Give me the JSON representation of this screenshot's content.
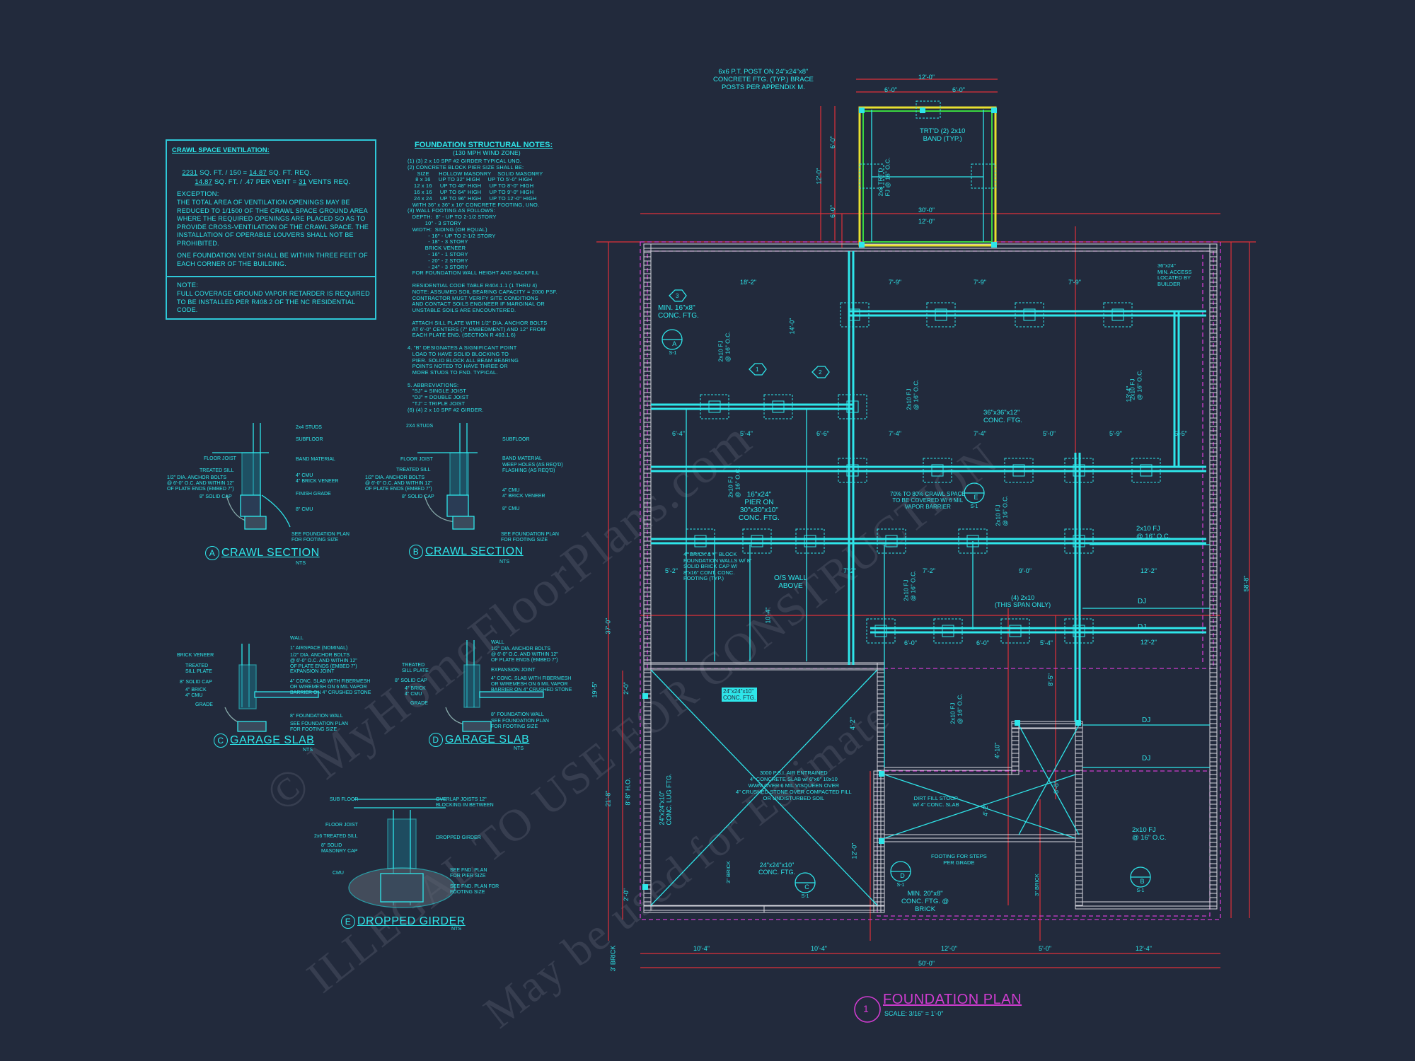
{
  "crawl_ventilation": {
    "title": "CRAWL SPACE VENTILATION:",
    "area": "2231",
    "ratio": "SQ. FT. / 150 =",
    "req": "14.87",
    "req_unit": "SQ. FT. REQ.",
    "area2": "14.87",
    "per_vent": "SQ. FT. / .47 PER VENT =",
    "vents": "31",
    "vents_unit": "VENTS REQ.",
    "exception_title": "EXCEPTION:",
    "exception": "THE TOTAL AREA OF VENTILATION OPENINGS MAY BE\nREDUCED TO 1/1500 OF THE CRAWL SPACE GROUND AREA\nWHERE THE REQUIRED OPENINGS ARE PLACED SO AS TO\nPROVIDE CROSS-VENTILATION OF THE CRAWL SPACE. THE\nINSTALLATION OF OPERABLE LOUVERS SHALL NOT BE\nPROHIBITED.",
    "corner": "ONE FOUNDATION VENT SHALL BE WITHIN THREE FEET OF\nEACH CORNER OF THE BUILDING.",
    "note_title": "NOTE:",
    "note": "FULL COVERAGE GROUND VAPOR RETARDER IS REQUIRED\nTO BE INSTALLED PER R408.2 OF THE NC RESIDENTIAL\nCODE."
  },
  "structural_notes": {
    "title": "FOUNDATION STRUCTURAL NOTES:",
    "subtitle": "(130 MPH WIND ZONE)",
    "body": "(1) (3) 2 x 10 SPF #2 GIRDER TYPICAL UNO.\n(2) CONCRETE BLOCK PIER SIZE SHALL BE:\n      SIZE      HOLLOW MASONRY    SOLID MASONRY\n     8 x 16     UP TO 32\" HIGH     UP TO 5'-0\" HIGH\n    12 x 16     UP TO 48\" HIGH     UP TO 8'-0\" HIGH\n    16 x 16     UP TO 64\" HIGH     UP TO 9'-0\" HIGH\n    24 x 24     UP TO 96\" HIGH     UP TO 12'-0\" HIGH\n   WITH 36\" x 36\" x 10\" CONCRETE FOOTING, UNO.\n(3) WALL FOOTING AS FOLLOWS:\n   DEPTH:  8\" - UP TO 2-1/2 STORY\n           10\" - 3 STORY\n   WIDTH:  SIDING (OR EQUAL)\n             - 16\" - UP TO 2-1/2 STORY\n             - 18\" - 3 STORY\n           BRICK VENEER\n             - 16\" - 1 STORY\n             - 20\" - 2 STORY\n             - 24\" - 3 STORY\n   FOR FOUNDATION WALL HEIGHT AND BACKFILL\n\n   RESIDENTIAL CODE TABLE R404.1.1 (1 THRU 4)\n   NOTE: ASSUMED SOIL BEARING CAPACITY = 2000 PSF.\n   CONTRACTOR MUST VERIFY SITE CONDITIONS\n   AND CONTACT SOILS ENGINEER IF MARGINAL OR\n   UNSTABLE SOILS ARE ENCOUNTERED.\n\n   ATTACH SILL PLATE WITH 1/2\" DIA. ANCHOR BOLTS\n   AT 6'-0\" CENTERS (7\" EMBEDMENT) AND 12\" FROM\n   EACH PLATE END. (SECTION R 403.1.6)\n\n4. \"B\" DESIGNATES A SIGNIFICANT POINT\n   LOAD TO HAVE SOLID BLOCKING TO\n   PIER. SOLID BLOCK ALL BEAM BEARING\n   POINTS NOTED TO HAVE THREE OR\n   MORE STUDS TO FND. TYPICAL.\n\n5. ABBREVIATIONS:\n   \"SJ\" = SINGLE JOIST\n   \"DJ\" = DOUBLE JOIST\n   \"TJ\" = TRIPLE JOIST\n(6) (4) 2 x 10 SPF #2 GIRDER."
  },
  "sections": {
    "a": {
      "letter": "A",
      "title": "CRAWL SECTION",
      "nts": "NTS",
      "labels": [
        "2x4 STUDS",
        "SUBFLOOR",
        "FLOOR JOIST",
        "BAND MATERIAL",
        "TREATED SILL",
        "4\" CMU\n4\" BRICK VENEER",
        "1/2\" DIA. ANCHOR BOLTS\n@ 6'-0\" O.C. AND WITHIN 12\"\nOF PLATE ENDS (EMBED 7\")",
        "FINISH GRADE",
        "8\" SOLID CAP",
        "8\" CMU",
        "SEE FOUNDATION PLAN\nFOR FOOTING SIZE"
      ]
    },
    "b": {
      "letter": "B",
      "title": "CRAWL SECTION",
      "nts": "NTS",
      "labels": [
        "2X4 STUDS",
        "SUBFLOOR",
        "FLOOR JOIST",
        "BAND MATERIAL",
        "TREATED SILL",
        "WEEP HOLES (AS REQ'D)\nFLASHING (AS REQ'D)",
        "1/2\" DIA. ANCHOR BOLTS\n@ 6'-0\" O.C. AND WITHIN 12\"\nOF PLATE ENDS (EMBED 7\")",
        "8\" SOLID CAP",
        "4\" CMU\n4\" BRICK VENEER",
        "8\" CMU",
        "SEE FOUNDATION PLAN\nFOR FOOTING SIZE"
      ]
    },
    "c": {
      "letter": "C",
      "title": "GARAGE SLAB",
      "nts": "NTS",
      "labels": [
        "WALL",
        "BRICK VENEER",
        "1\" AIRSPACE (NOMINAL)",
        "1/2\" DIA. ANCHOR BOLTS\n@ 6'-0\" O.C. AND WITHIN 12\"\nOF PLATE ENDS (EMBED 7\")",
        "TREATED\nSILL PLATE",
        "EXPANSION JOINT",
        "8\" SOLID CAP",
        "4\" CONC. SLAB WITH FIBERMESH\nOR WIREMESH ON 6 MIL VAPOR\nBARRIER ON 4\" CRUSHED STONE",
        "4\" BRICK\n4\" CMU",
        "GRADE",
        "8\" FOUNDATION WALL",
        "SEE FOUNDATION PLAN\nFOR FOOTING SIZE"
      ]
    },
    "d": {
      "letter": "D",
      "title": "GARAGE SLAB",
      "nts": "NTS",
      "labels": [
        "WALL",
        "1/2\" DIA. ANCHOR BOLTS\n@ 6'-0\" O.C. AND WITHIN 12\"\nOF PLATE ENDS (EMBED 7\")",
        "TREATED\nSILL PLATE",
        "EXPANSION JOINT",
        "8\" SOLID CAP",
        "4\" CONC. SLAB WITH FIBERMESH\nOR WIREMESH ON 6 MIL VAPOR\nBARRIER ON 4\" CRUSHED STONE",
        "4\" BRICK\n4\" CMU",
        "GRADE",
        "8\" FOUNDATION WALL",
        "SEE FOUNDATION PLAN\nFOR FOOTING SIZE"
      ]
    },
    "e": {
      "letter": "E",
      "title": "DROPPED GIRDER",
      "nts": "NTS",
      "labels": [
        "SUB FLOOR",
        "OVERLAP JOISTS 12\"\nBLOCKING IN BETWEEN",
        "FLOOR JOIST",
        "2x6 TREATED SILL",
        "DROPPED GIRDER",
        "8\" SOLID\nMASONRY CAP",
        "CMU",
        "SEE FND. PLAN\nFOR PIER SIZE",
        "SEE FND. PLAN FOR\nFOOTING SIZE"
      ]
    }
  },
  "plan": {
    "title_num": "1",
    "title": "FOUNDATION PLAN",
    "scale": "SCALE: 3/16\" = 1'-0\"",
    "post_note": "6x6 P.T. POST ON 24\"x24\"x8\"\nCONCRETE FTG. (TYP.) BRACE\nPOSTS PER APPENDIX M.",
    "dims_top": [
      "12'-0\"",
      "6'-0\"",
      "6'-0\"",
      "12'-0\"",
      "30'-0\""
    ],
    "dims_col": [
      "18'-2\"",
      "7'-9\"",
      "7'-9\"",
      "7'-9\""
    ],
    "dims_mid": [
      "6'-4\"",
      "5'-4\"",
      "6'-6\"",
      "7'-4\"",
      "7'-4\"",
      "5'-0\"",
      "5'-9\"",
      "6'-5\""
    ],
    "dims_low": [
      "5'-2\"",
      "7'-2\"",
      "7'-2\"",
      "9'-0\"",
      "12'-2\"",
      "12'-2\"",
      "6'-0\"",
      "6'-0\"",
      "5'-4\""
    ],
    "dims_bottom": [
      "10'-4\"",
      "10'-4\"",
      "12'-0\"",
      "5'-0\"",
      "12'-4\"",
      "50'-0\""
    ],
    "dims_side_left": [
      "37'-0\"",
      "19'-5\"",
      "2'-0\"",
      "21'-8\"",
      "8'-8\" H.O.",
      "2'-0\"",
      "3' BRICK"
    ],
    "dims_side_right": [
      "58'-8\""
    ],
    "dims_v": [
      "6'-0\"",
      "6'-0\"",
      "12'-0\"",
      "14'-0\"",
      "13'-4\"",
      "10'-4\"",
      "8'-5\"",
      "4'-2\"",
      "12'-0\"",
      "4'-10\"",
      "8'-8\"",
      "4'-2\""
    ],
    "notes": {
      "band": "TRT'D (2) 2x10\nBAND (TYP.)",
      "trtd": "2x8 TRT'D\nFJ @ 16\" O.C.",
      "access": "36\"x24\"\nMIN. ACCESS\nLOCATED BY\nBUILDER",
      "min_ftg": "MIN. 16\"x8\"\nCONC. FTG.",
      "fj_16": "2x10 FJ\n@ 16\" O.C.",
      "conc_ftg": "36\"x36\"x12\"\nCONC. FTG.",
      "pier": "16\"x24\"\nPIER ON\n30\"x30\"x10\"\nCONC. FTG.",
      "crawl": "70% TO 80% CRAWL SPACE\nTO BE COVERED W/ 6 MIL\nVAPOR BARRIER",
      "block": "4\" BRICK & 4\" BLOCK\nFOUNDATION WALLS W/ 8\"\nSOLID BRICK CAP W/\n8\"x16\" CONT. CONC.\nFOOTING (TYP.)",
      "os_wall": "O/S WALL\nABOVE",
      "span": "(4) 2x10\n(THIS SPAN ONLY)",
      "ftg_24": "24\"x24\"x10\"\nCONC. FTG.",
      "slab": "3000 P.S.I. AIR ENTRAINED\n4\" CONCRETE SLAB w/ 6\"x6\" 10x10\nWWM OVER 6 MIL VISQUEEN OVER\n4\" CRUSHED STONE OVER COMPACTED FILL\nOR UNDISTURBED SOIL",
      "lug": "24\"x24\"x10\"\nCONC. LUG FTG.",
      "ftg_24b": "24\"x24\"x10\"\nCONC. FTG.",
      "dirt": "DIRT FILL STOOP\nW/ 4\" CONC. SLAB",
      "steps": "FOOTING FOR STEPS\nPER GRADE",
      "min20": "MIN. 20\"x8\"\nCONC. FTG. @\nBRICK",
      "dj": "DJ",
      "brick": "3\" BRICK"
    },
    "tags": [
      {
        "label": "A",
        "sub": "S-1"
      },
      {
        "label": "B",
        "sub": "S-1"
      },
      {
        "label": "C",
        "sub": "S-1"
      },
      {
        "label": "D",
        "sub": "S-1"
      },
      {
        "label": "E",
        "sub": "S-1"
      }
    ],
    "hex": [
      "1",
      "2",
      "3"
    ]
  },
  "watermarks": [
    "© MyHomeFloorPlans.com",
    "ILLEGAL TO USE FOR CONSTRUCTION",
    "May be used for Estimate"
  ]
}
